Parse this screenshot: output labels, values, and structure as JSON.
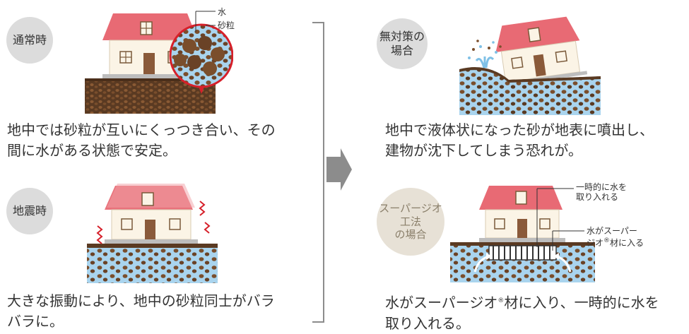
{
  "panels": {
    "normal": {
      "label": "通常時",
      "caption": "地中では砂粒が互いにくっつき合い、その\n間に水がある状態で安定。",
      "legend_water": "水",
      "legend_sand": "砂粒"
    },
    "earthquake": {
      "label": "地震時",
      "caption": "大きな振動により、地中の砂粒同士がバラ\nバラに。"
    },
    "no_measures": {
      "label": "無対策の\n場合",
      "caption": "地中で液体状になった砂が地表に噴出し、\n建物が沈下してしまう恐れが。"
    },
    "super_geo": {
      "label": "スーパージオ工法\nの場合",
      "caption_part1": "水がスーパージオ",
      "caption_reg": "®",
      "caption_part2": "材に入り、一時的に水を\n取り入れる。",
      "callout1": "一時的に水を\n取り入れる",
      "callout2_part1": "水がスーパー\nジオ",
      "callout2_reg": "®",
      "callout2_part2": "材に入る"
    }
  },
  "colors": {
    "roof": "#e86a74",
    "wall": "#fbf4e6",
    "door": "#8a5a3a",
    "soil_dark": "#5a3a22",
    "soil_grain": "#8a5a34",
    "water": "#a9d4ee",
    "red_outline": "#d6202a",
    "arrow": "#8c8c8c"
  }
}
